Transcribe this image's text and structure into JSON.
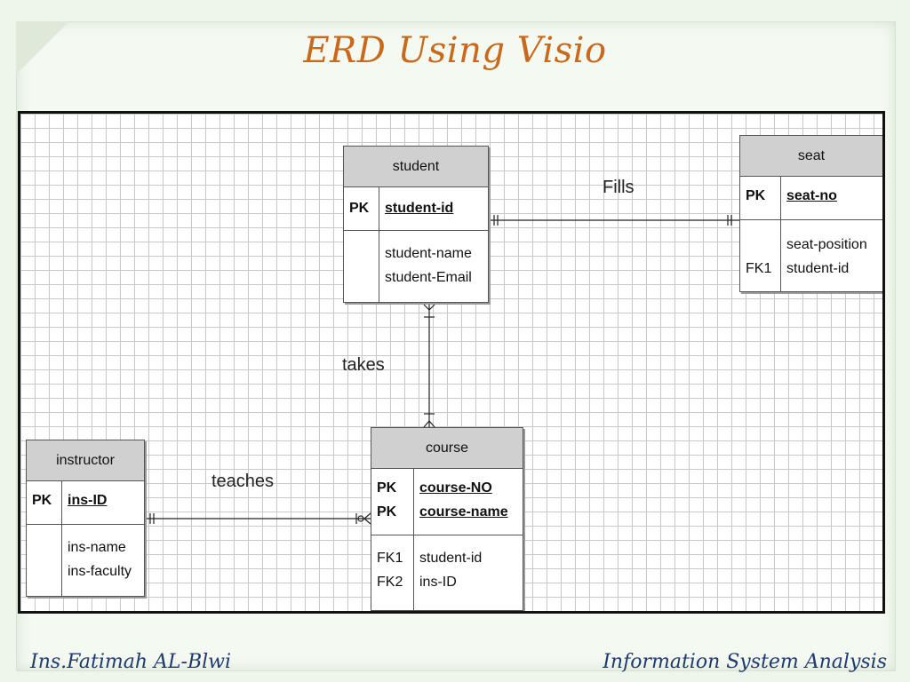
{
  "title": "ERD Using Visio",
  "footer": {
    "left": "Ins.Fatimah AL-Blwi",
    "right": "Information System Analysis"
  },
  "entities": {
    "student": {
      "name": "student",
      "pk_label": "PK",
      "pk_field": "student-id",
      "attributes": [
        "student-name",
        "student-Email"
      ]
    },
    "seat": {
      "name": "seat",
      "pk_label": "PK",
      "pk_field": "seat-no",
      "fk_label": "FK1",
      "attributes": [
        "seat-position",
        "student-id"
      ]
    },
    "course": {
      "name": "course",
      "pk_labels": [
        "PK",
        "PK"
      ],
      "pk_fields": [
        "course-NO",
        "course-name"
      ],
      "fk_labels": [
        "FK1",
        "FK2"
      ],
      "attributes": [
        "student-id",
        "ins-ID"
      ]
    },
    "instructor": {
      "name": "instructor",
      "pk_label": "PK",
      "pk_field": "ins-ID",
      "attributes": [
        "ins-name",
        "ins-faculty"
      ]
    }
  },
  "relationships": {
    "fills": "Fills",
    "takes": "takes",
    "teaches": "teaches"
  },
  "colors": {
    "title": "#c8691c",
    "footer": "#1f3a6e",
    "entity_header": "#d0d0d0"
  }
}
